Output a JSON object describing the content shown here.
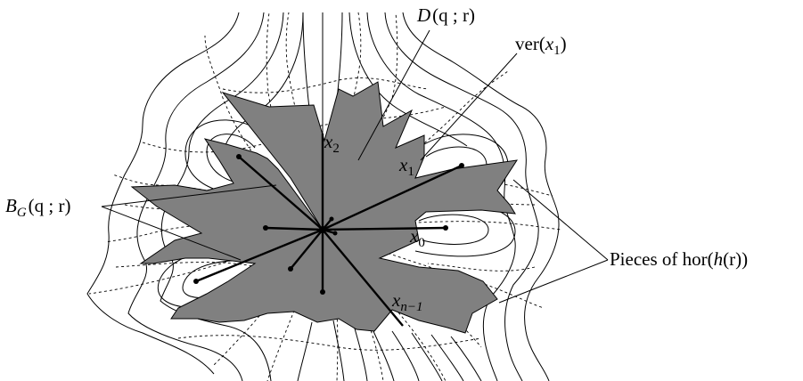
{
  "labels": {
    "D": {
      "main": "D",
      "args": "(q ; r)"
    },
    "ver": {
      "main": "ver(",
      "var": "x",
      "sub": "1",
      "close": ")"
    },
    "BG": {
      "main": "B",
      "sub": "G",
      "args": "(q ; r)"
    },
    "pieces": {
      "main": "Pieces of hor(",
      "var": "h",
      "args": "(r))"
    },
    "x0": {
      "var": "x",
      "sub": "0"
    },
    "x1": {
      "var": "x",
      "sub": "1"
    },
    "x2": {
      "var": "x",
      "sub": "2"
    },
    "xn1": {
      "var": "x",
      "sub": "n−1"
    }
  },
  "colors": {
    "region_fill": "#808080",
    "line": "#000000",
    "background": "#ffffff"
  }
}
